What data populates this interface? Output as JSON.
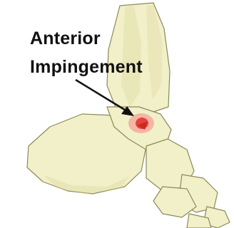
{
  "diagram": {
    "label_line_1": "Anterior",
    "label_line_2": "Impingement",
    "colors": {
      "background": "#ffffff",
      "bone": "#f2f0c8",
      "bone_shadow": "#d9d59a",
      "outline": "#8c8a5a",
      "impingement": "#e8413a",
      "impingement_glow": "#f6a19a",
      "arrow": "#111111"
    },
    "icons": {
      "tibia": "tibia-bone-shape",
      "talus": "talus-bone-shape",
      "calcaneus": "calcaneus-bone-shape",
      "midfoot": "midfoot-bones-shape",
      "hotspot": "impingement-spot-shape"
    }
  }
}
